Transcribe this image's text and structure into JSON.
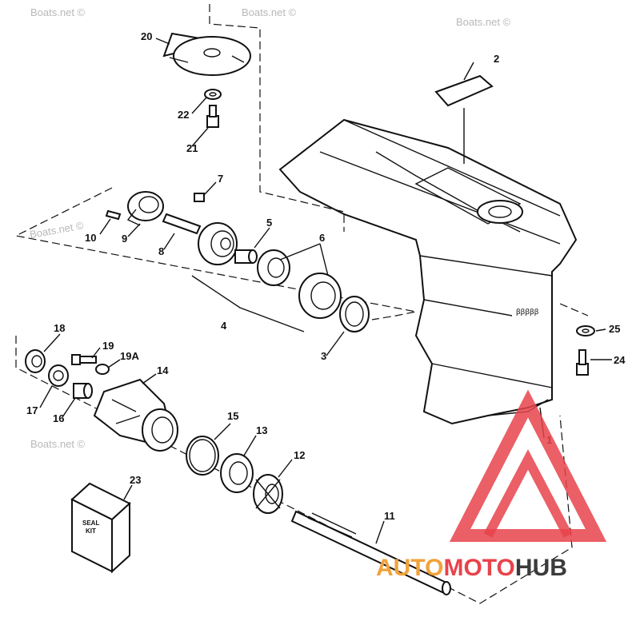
{
  "watermarks": [
    "Boats.net ©",
    "Boats.net ©",
    "Boats.net ©",
    "Boats.net ©",
    "Boats.net ©"
  ],
  "seal_kit": {
    "line1": "SEAL",
    "line2": "KIT"
  },
  "logo": {
    "part1": "AUTO",
    "part2": "MOTO",
    "part3": "HUB"
  },
  "colors": {
    "logo_red": "#e8434b",
    "logo_orange": "#f2a23a",
    "logo_dark": "#3b3b3b",
    "line": "#111111"
  },
  "callouts": [
    "1",
    "2",
    "3",
    "4",
    "5",
    "6",
    "7",
    "8",
    "9",
    "10",
    "11",
    "12",
    "13",
    "14",
    "15",
    "16",
    "17",
    "18",
    "19",
    "19A",
    "20",
    "21",
    "22",
    "23",
    "24",
    "25"
  ]
}
